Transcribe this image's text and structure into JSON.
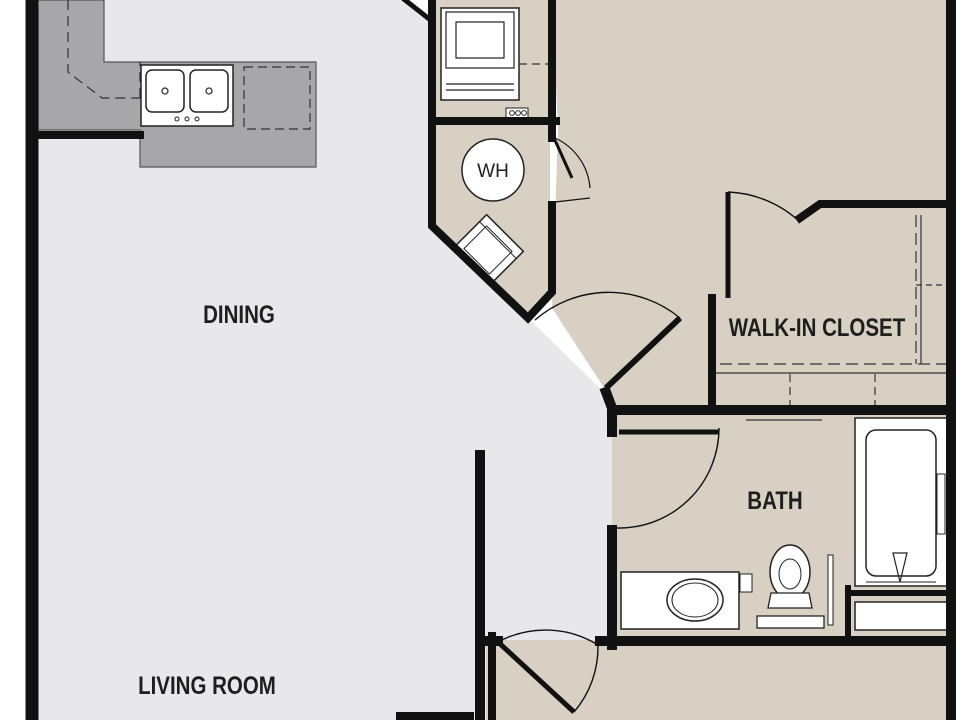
{
  "rooms": {
    "dining": "DINING",
    "walk_in_closet": "WALK-IN CLOSET",
    "bath": "BATH",
    "living_room": "LIVING ROOM"
  },
  "fixtures": {
    "water_heater": "WH"
  },
  "colors": {
    "living_floor": "#e8e8ea",
    "carpet_floor": "#d8d0c3",
    "countertop": "#a7a7aa",
    "wall": "#111111"
  }
}
